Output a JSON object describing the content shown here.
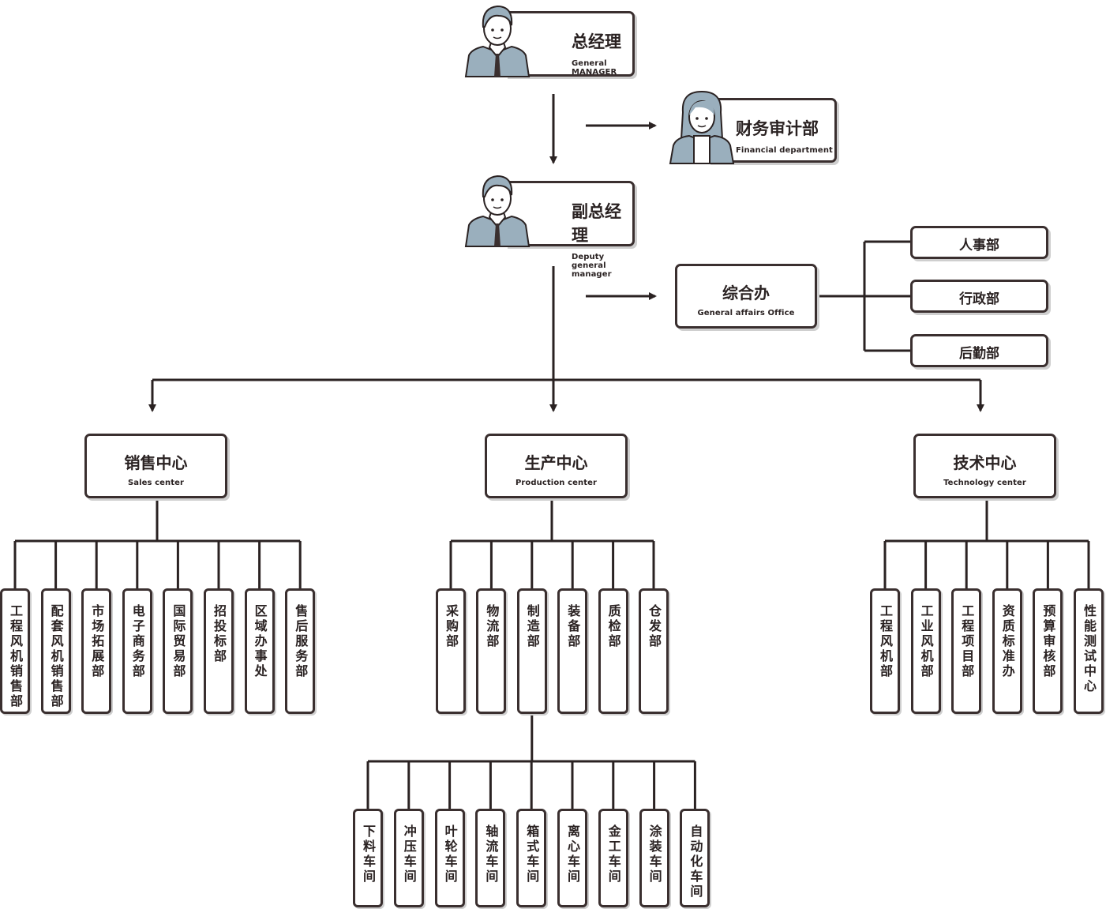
{
  "colors": {
    "line": "#2a2222",
    "box_border": "#3a2f2f",
    "avatar_fill": "#9aafbd"
  },
  "top": {
    "general_manager": {
      "zh": "总经理",
      "en": "General MANAGER"
    },
    "finance": {
      "zh": "财务审计部",
      "en": "Financial department"
    },
    "deputy": {
      "zh": "副总经理",
      "en": "Deputy general manager"
    },
    "general_affairs": {
      "zh": "综合办",
      "en": "General affairs Office"
    }
  },
  "offices": [
    "人事部",
    "行政部",
    "后勤部"
  ],
  "centers": [
    {
      "zh": "销售中心",
      "en": "Sales center",
      "departments": [
        "工程风机销售部",
        "配套风机销售部",
        "市场拓展部",
        "电子商务部",
        "国际贸易部",
        "招投标部",
        "区域办事处",
        "售后服务部"
      ]
    },
    {
      "zh": "生产中心",
      "en": "Production center",
      "departments": [
        "采购部",
        "物流部",
        "制造部",
        "装备部",
        "质检部",
        "仓发部"
      ]
    },
    {
      "zh": "技术中心",
      "en": "Technology center",
      "departments": [
        "工程风机部",
        "工业风机部",
        "工程项目部",
        "资质标准办",
        "预算审核部",
        "性能测试中心"
      ]
    }
  ],
  "workshops": [
    "下料车间",
    "冲压车间",
    "叶轮车间",
    "轴流车间",
    "箱式车间",
    "离心车间",
    "金工车间",
    "涂装车间",
    "自动化车间"
  ]
}
